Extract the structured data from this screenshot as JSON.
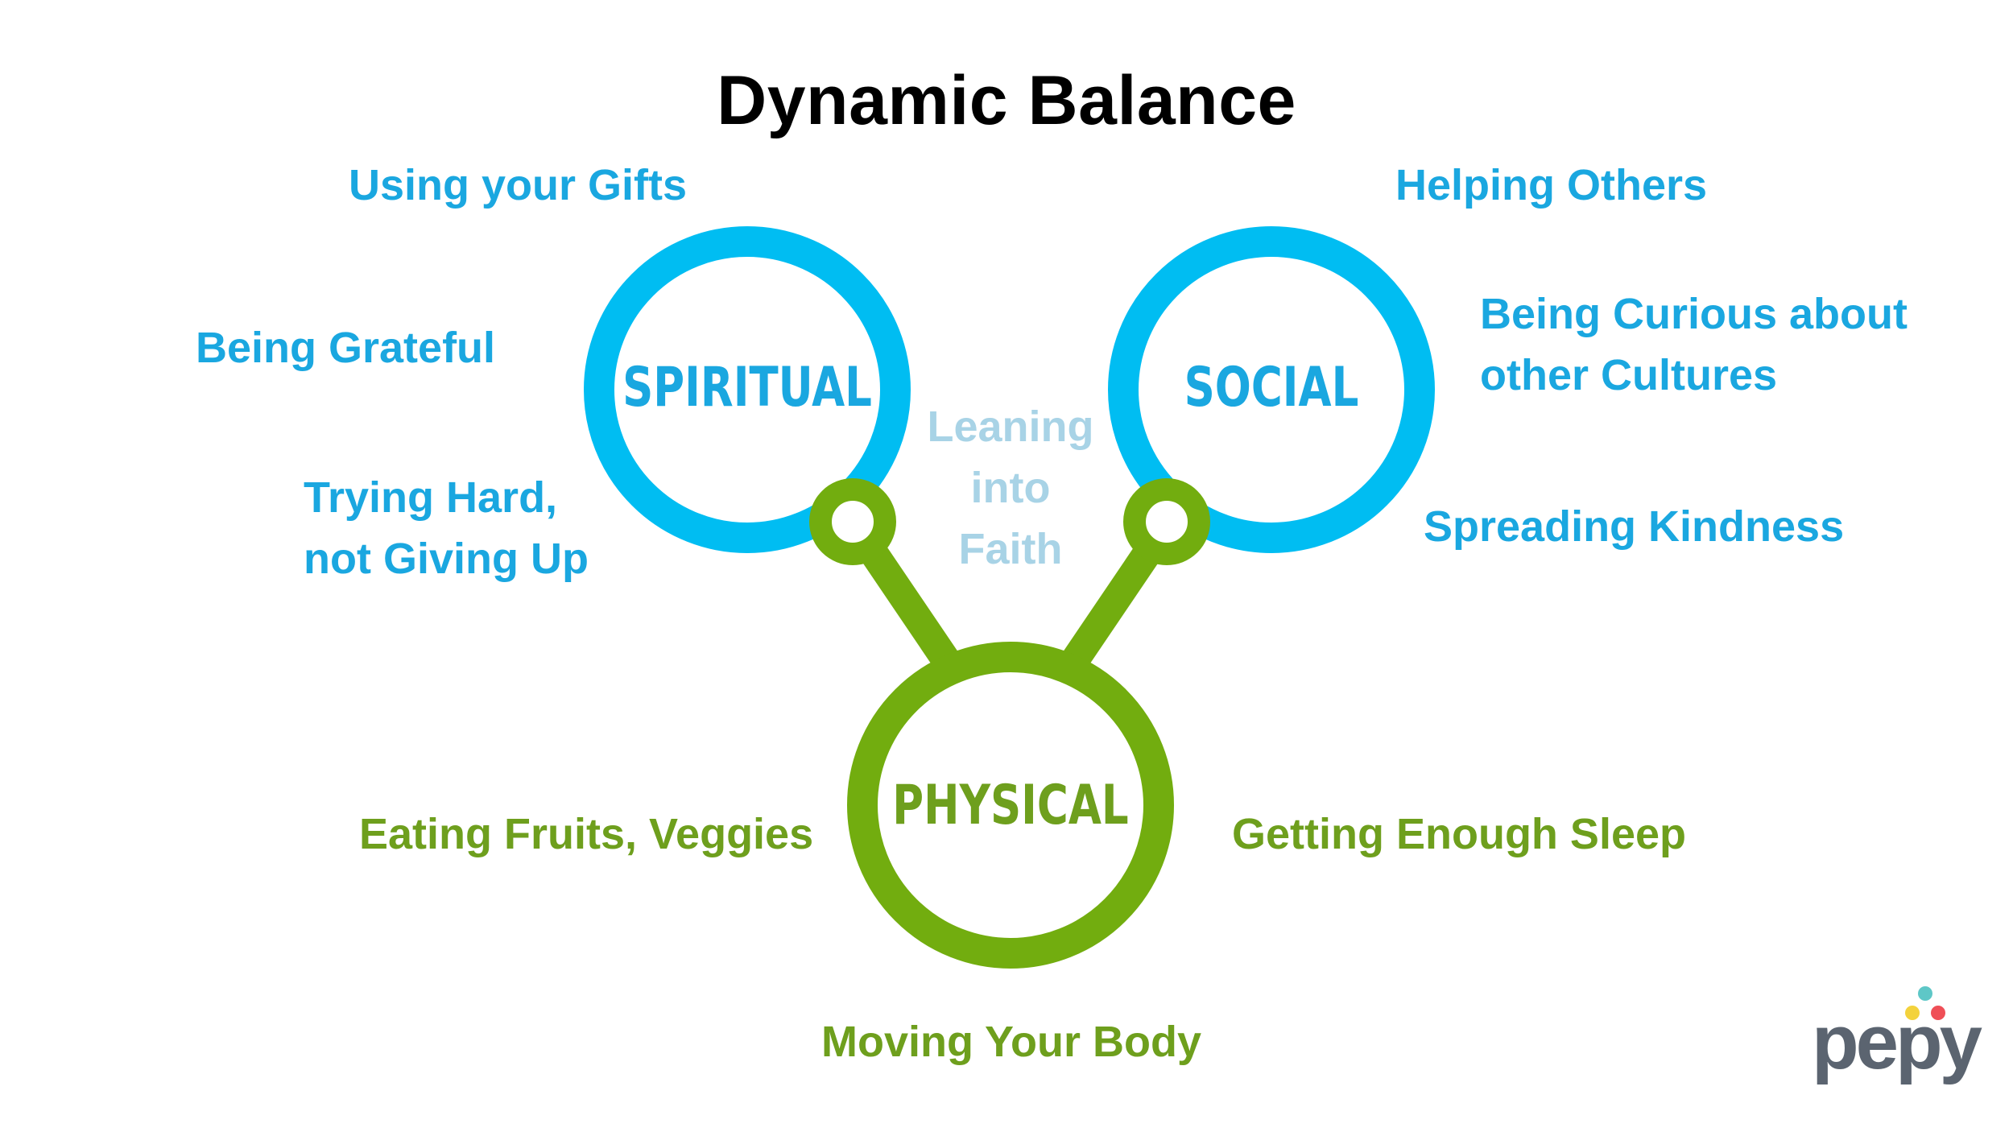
{
  "title": "Dynamic Balance",
  "nodes": {
    "spiritual": "SPIRITUAL",
    "social": "SOCIAL",
    "physical": "PHYSICAL"
  },
  "center_text": [
    "Leaning",
    "into",
    "Faith"
  ],
  "spiritual_items": {
    "gifts": "Using your Gifts",
    "grateful": "Being Grateful",
    "trying": [
      "Trying Hard,",
      "not Giving Up"
    ]
  },
  "social_items": {
    "helping": "Helping Others",
    "curious": [
      "Being Curious about",
      "other Cultures"
    ],
    "kindness": "Spreading Kindness"
  },
  "physical_items": {
    "eating": "Eating Fruits, Veggies",
    "sleep": "Getting Enough Sleep",
    "moving": "Moving Your Body"
  },
  "logo": {
    "text": "pepy"
  },
  "colors": {
    "blue": "#00bdf2",
    "green": "#72ad0f",
    "blue_text": "#1aa7e0",
    "green_text": "#6e9f1d",
    "faith_text": "#a8d3e6",
    "logo_teal": "#5ec7c7",
    "logo_yellow": "#f3d23c",
    "logo_red": "#ef4f57"
  }
}
